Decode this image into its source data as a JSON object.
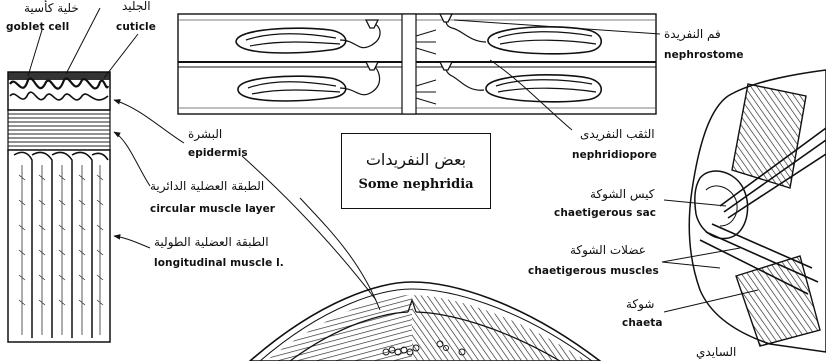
{
  "title": {
    "ar": "بعض النفريدات",
    "en": "Some nephridia"
  },
  "labels": {
    "goblet_cell": {
      "ar": "خلية كأسية",
      "en": "goblet cell"
    },
    "cuticle": {
      "ar": "الجليد",
      "en": "cuticle"
    },
    "epidermis": {
      "ar": "البشرة",
      "en": "epidermis"
    },
    "circular_muscle": {
      "ar": "الطبقة العضلية الدائرية",
      "en": "circular muscle layer"
    },
    "longitudinal_muscle": {
      "ar": "الطبقة العضلية الطولية",
      "en": "longitudinal muscle l."
    },
    "nephrostome": {
      "ar": "فم النفريدة",
      "en": "nephrostome"
    },
    "nephridiopore": {
      "ar": "الثقب النفريدى",
      "en": "nephridiopore"
    },
    "chaetigerous_sac": {
      "ar": "كيس الشوكة",
      "en": "chaetigerous sac"
    },
    "chaetigerous_muscles": {
      "ar": "عضلات الشوكة",
      "en": "chaetigerous muscles"
    },
    "chaeta": {
      "ar": "شوكة",
      "en": "chaeta"
    },
    "partial_bottom": {
      "ar": "السايدي"
    }
  }
}
